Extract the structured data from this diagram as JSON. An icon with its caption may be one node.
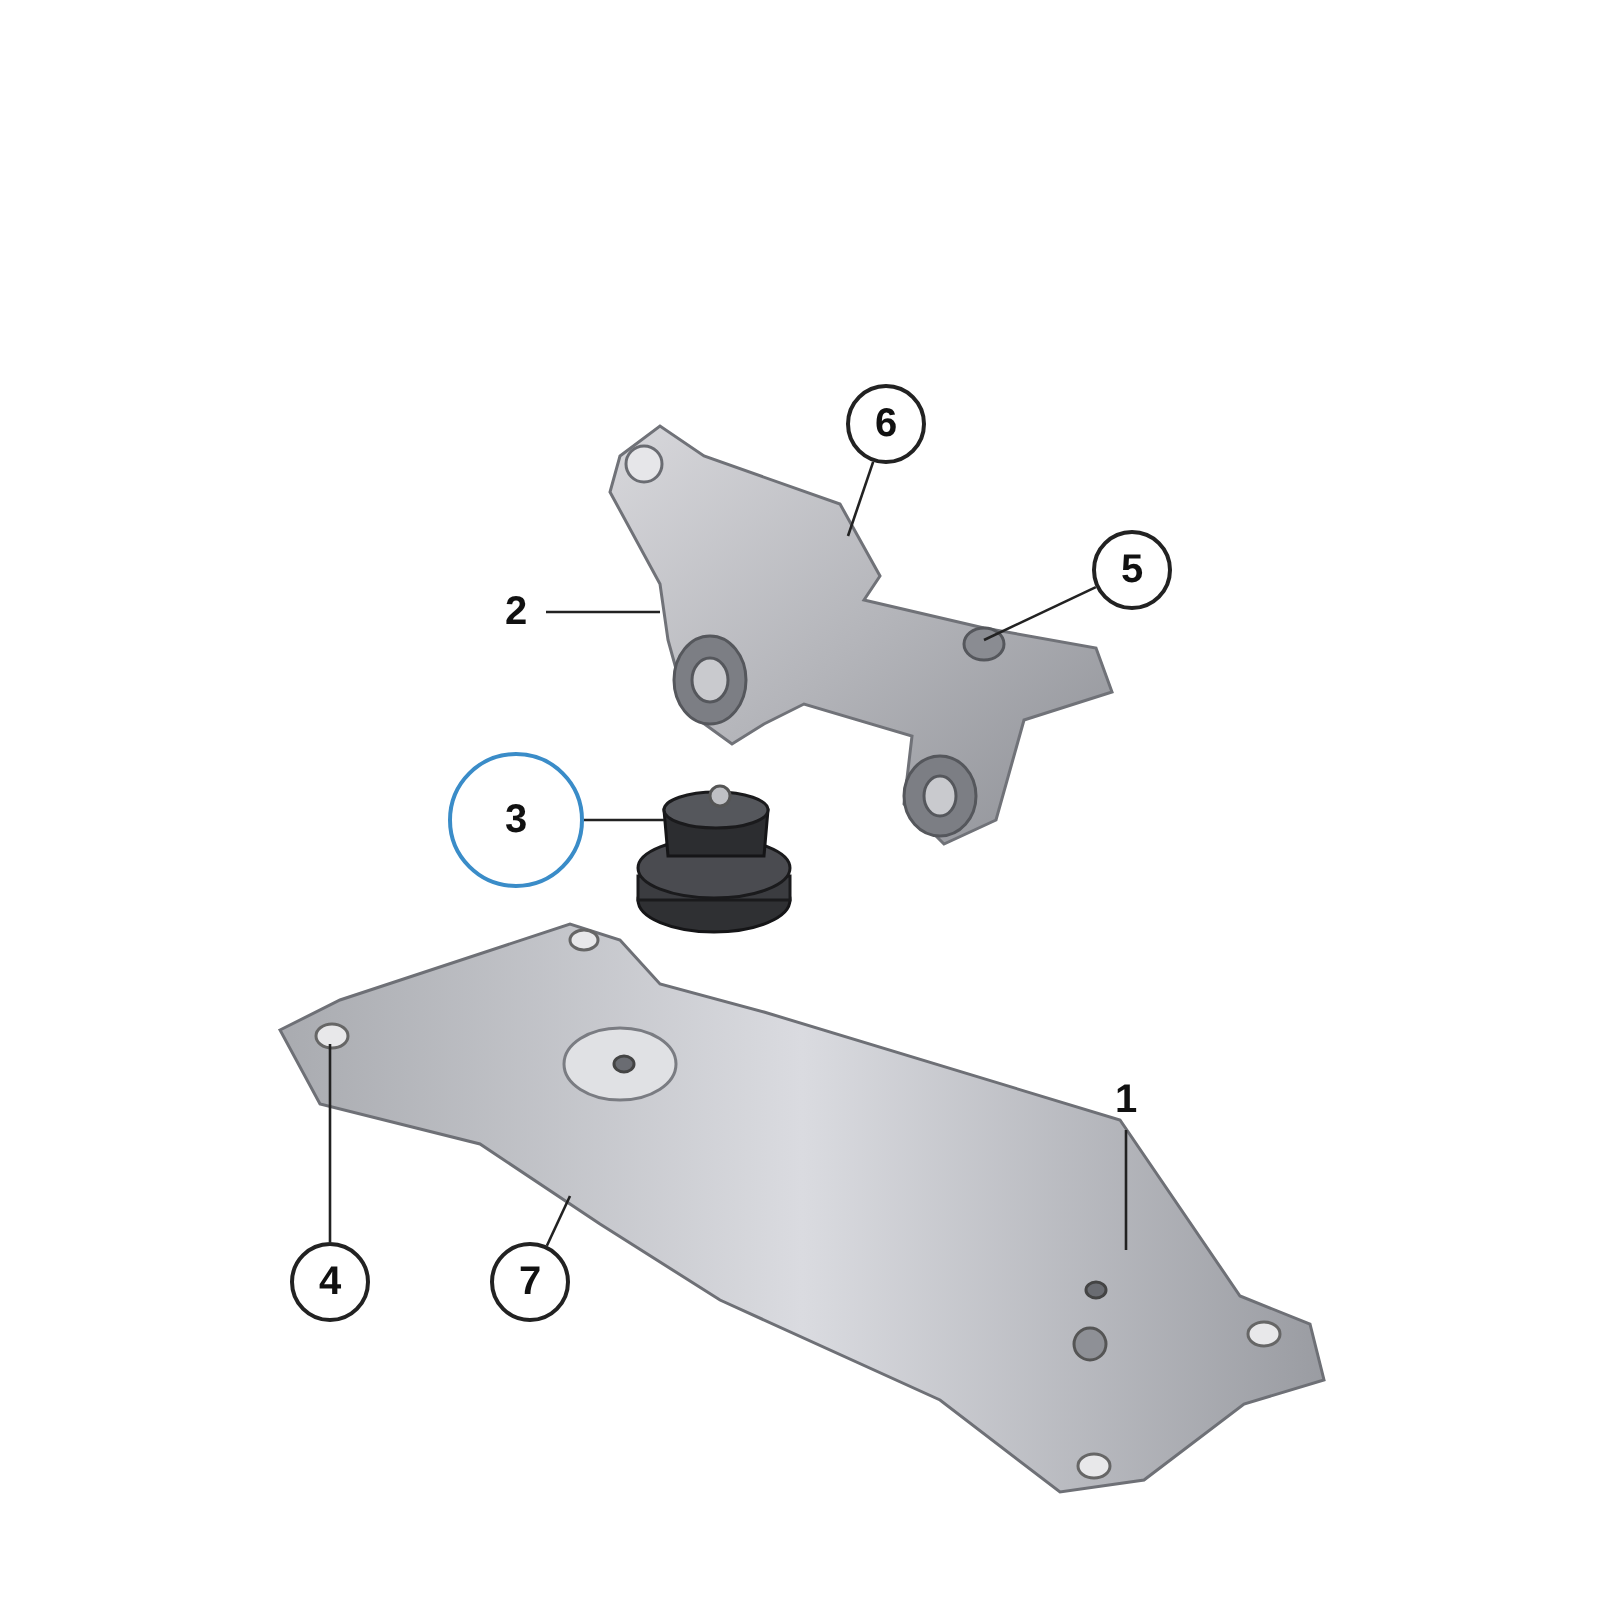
{
  "diagram": {
    "nodes": [
      {
        "text": [
          "6"
        ]
      },
      {
        "text": [
          "2"
        ]
      },
      {
        "text": [
          "5"
        ]
      },
      {
        "text": [
          "3"
        ]
      },
      {
        "text": [
          "1"
        ]
      },
      {
        "text": [
          "4"
        ]
      },
      {
        "text": [
          "7"
        ]
      },
      {
        "text": [],
        "shape": "picture"
      },
      {
        "text": [],
        "shape": "picture"
      },
      {
        "text": [],
        "shape": "picture"
      }
    ],
    "edges": [
      {
        "from": 0,
        "to": 7,
        "arrow": "none"
      },
      {
        "from": 1,
        "to": 7,
        "arrow": "none"
      },
      {
        "from": 2,
        "to": 7,
        "arrow": "none"
      },
      {
        "from": 3,
        "to": 8,
        "arrow": "none"
      },
      {
        "from": 4,
        "to": 9,
        "arrow": "none"
      },
      {
        "from": 5,
        "to": 9,
        "arrow": "none"
      },
      {
        "from": 6,
        "to": 9,
        "arrow": "none"
      }
    ]
  }
}
